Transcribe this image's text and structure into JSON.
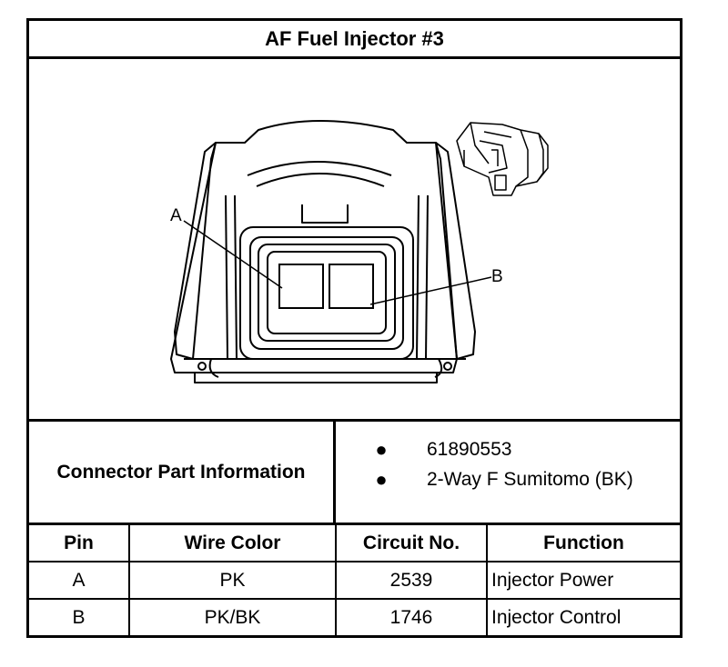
{
  "title": "AF Fuel Injector #3",
  "diagram": {
    "callouts": [
      "A",
      "B"
    ]
  },
  "connector_info": {
    "label": "Connector Part Information",
    "items": [
      "61890553",
      "2-Way F Sumitomo (BK)"
    ]
  },
  "pin_table": {
    "headers": [
      "Pin",
      "Wire Color",
      "Circuit No.",
      "Function"
    ],
    "rows": [
      {
        "pin": "A",
        "wire_color": "PK",
        "circuit": "2539",
        "function": "Injector Power"
      },
      {
        "pin": "B",
        "wire_color": "PK/BK",
        "circuit": "1746",
        "function": "Injector Control"
      }
    ]
  }
}
